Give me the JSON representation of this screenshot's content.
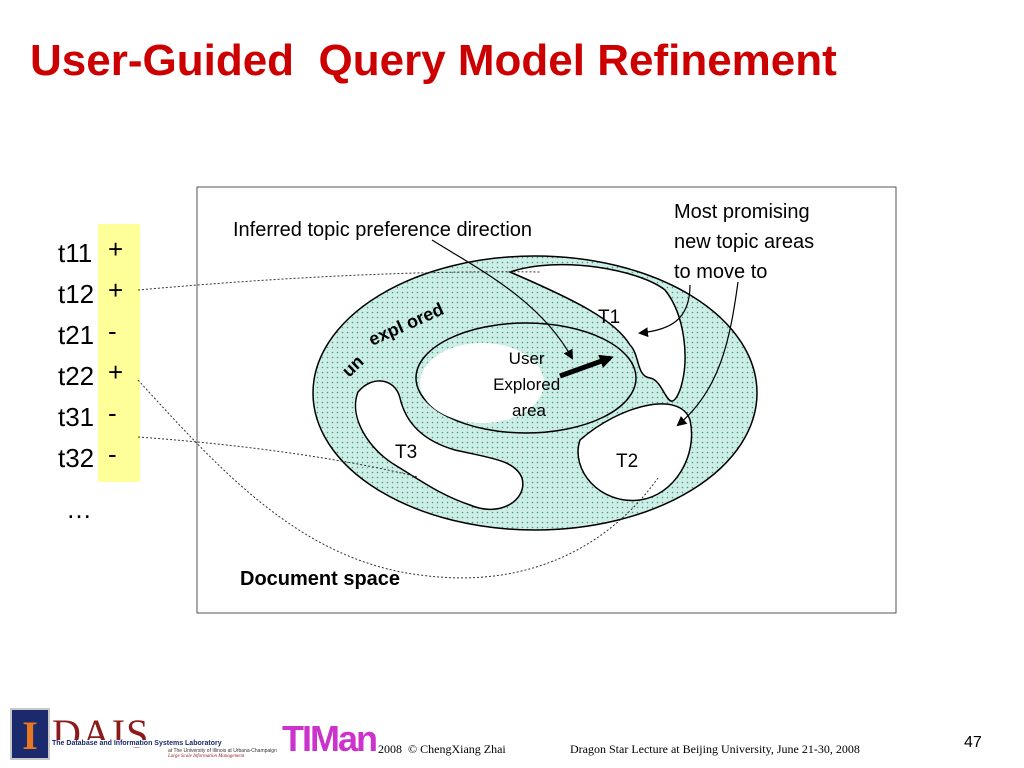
{
  "slide": {
    "title": "User-Guided  Query Model Refinement",
    "page_number": "47"
  },
  "terms": [
    {
      "term": "t11",
      "sign": "+"
    },
    {
      "term": "t12",
      "sign": "+"
    },
    {
      "term": "t21",
      "sign": "-"
    },
    {
      "term": "t22",
      "sign": "+"
    },
    {
      "term": "t31",
      "sign": "-"
    },
    {
      "term": "t32",
      "sign": "-"
    }
  ],
  "terms_ellipsis": "…",
  "diagram": {
    "inferred_label": "Inferred topic preference direction",
    "promising_label_lines": [
      "Most promising",
      "new topic areas",
      "to move to"
    ],
    "unexplored_label": "un expl ored",
    "user_area_lines": [
      "User",
      "Explored",
      "area"
    ],
    "t1": "T1",
    "t2": "T2",
    "t3": "T3",
    "document_space": "Document space"
  },
  "colors": {
    "title": "#cc0000",
    "highlight": "#ffff99",
    "unexplored_fill": "#cceee6",
    "dots": "#4a9a86"
  },
  "footer": {
    "copyright": "2008  © ChengXiang Zhai",
    "lecture": "Dragon Star Lecture at Beijing University, June 21-30, 2008",
    "lab_name": "The Database and Information Systems Laboratory",
    "lab_sub": "at The University of Illinois at Urbana-Champaign",
    "lab_tagline": "Large Scale Information Management",
    "logo_dais": "DAIS",
    "logo_i": "I",
    "logo_timan": "TIMan"
  }
}
